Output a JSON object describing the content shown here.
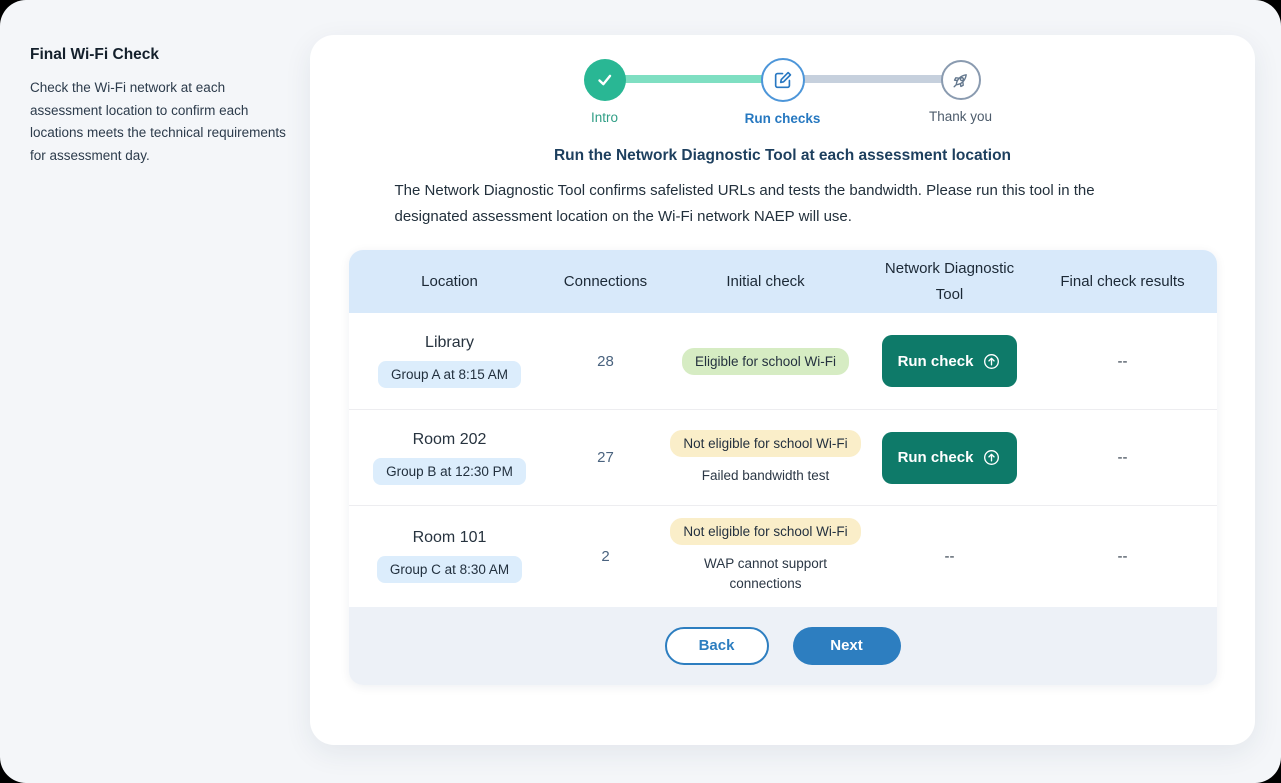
{
  "sidebar": {
    "title": "Final Wi-Fi Check",
    "description": "Check the Wi-Fi network at each assessment location to confirm each locations meets the technical requirements for assessment day."
  },
  "stepper": {
    "steps": [
      {
        "label": "Intro",
        "state": "done",
        "icon": "check-icon"
      },
      {
        "label": "Run checks",
        "state": "current",
        "icon": "edit-icon"
      },
      {
        "label": "Thank you",
        "state": "todo",
        "icon": "rocket-icon"
      }
    ]
  },
  "main": {
    "title": "Run the Network Diagnostic Tool at each assessment location",
    "description": "The Network Diagnostic Tool confirms safelisted URLs and tests the bandwidth. Please run this tool in the designated assessment location on the Wi-Fi network NAEP will use."
  },
  "table": {
    "headers": [
      "Location",
      "Connections",
      "Initial check",
      "Network Diagnostic Tool",
      "Final check results"
    ],
    "rows": [
      {
        "location": "Library",
        "group": "Group A at 8:15 AM",
        "connections": "28",
        "initial_check": "Eligible for school Wi-Fi",
        "initial_check_status": "eligible",
        "initial_check_detail": "",
        "action": "Run check",
        "final_result": "--"
      },
      {
        "location": "Room 202",
        "group": "Group B at 12:30 PM",
        "connections": "27",
        "initial_check": "Not eligible for school Wi-Fi",
        "initial_check_status": "not-eligible",
        "initial_check_detail": "Failed bandwidth test",
        "action": "Run check",
        "final_result": "--"
      },
      {
        "location": "Room 101",
        "group": "Group C at 8:30 AM",
        "connections": "2",
        "initial_check": "Not eligible for school Wi-Fi",
        "initial_check_status": "not-eligible",
        "initial_check_detail": "WAP cannot support connections",
        "action": "--",
        "final_result": "--"
      }
    ]
  },
  "footer": {
    "back_label": "Back",
    "next_label": "Next"
  },
  "colors": {
    "accent_blue": "#2d7ec0",
    "run_check_teal": "#0e7a69",
    "step_done_green": "#29b794",
    "connector_done": "#7fdfc2",
    "connector_todo": "#c6d0dd",
    "table_header_bg": "#d8e9fa",
    "group_pill_bg": "#dcedfc",
    "eligible_badge_bg": "#d6ecc3",
    "not_eligible_badge_bg": "#faeec9",
    "footer_band_bg": "#edf1f7"
  }
}
